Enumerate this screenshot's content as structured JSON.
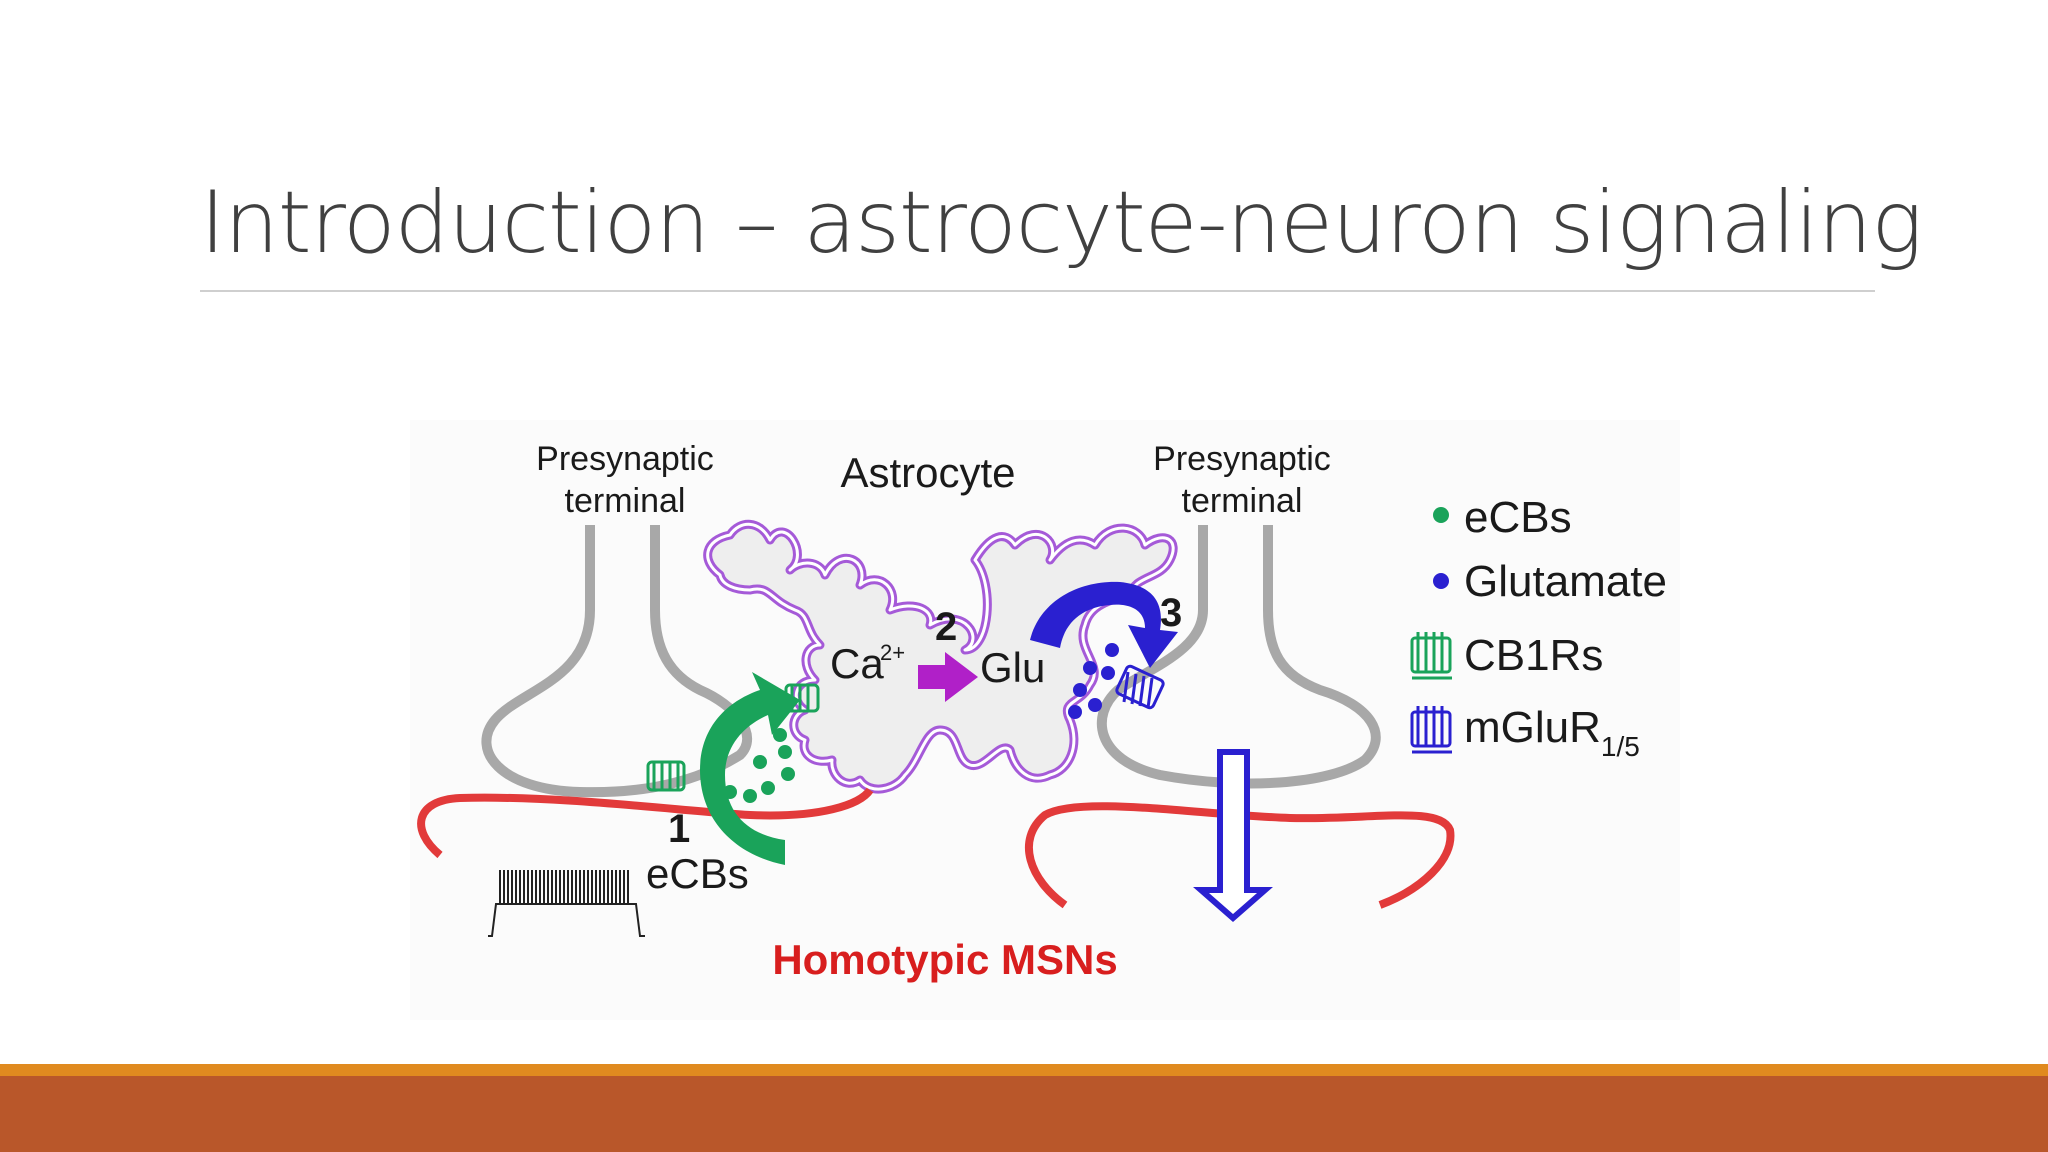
{
  "slide": {
    "title": "Introduction – astrocyte-neuron signaling"
  },
  "diagram": {
    "labels": {
      "presynaptic_left_l1": "Presynaptic",
      "presynaptic_left_l2": "terminal",
      "astrocyte": "Astrocyte",
      "presynaptic_right_l1": "Presynaptic",
      "presynaptic_right_l2": "terminal",
      "step1": "1",
      "step2": "2",
      "step3": "3",
      "ecbs_left": "eCBs",
      "ca_base": "Ca",
      "ca_sup": "2+",
      "glu": "Glu",
      "msns": "Homotypic MSNs"
    },
    "legend": [
      {
        "label": "eCBs",
        "icon": "green-dot-icon"
      },
      {
        "label": "Glutamate",
        "icon": "blue-dot-icon"
      },
      {
        "label": "CB1Rs",
        "icon": "cb1r-receptor-icon"
      },
      {
        "label_base": "mGluR",
        "label_sub": "1/5",
        "icon": "mglur-receptor-icon"
      }
    ],
    "colors": {
      "ecb": "#1aa35a",
      "glutamate": "#2a20d0",
      "astrocyte_outline": "#a55ad8",
      "astrocyte_fill": "#eeeeee",
      "membrane": "#e23a3a",
      "terminal": "#a8a8a8",
      "msns_text": "#d81e1e",
      "ca_arrow": "#b020c8"
    }
  }
}
